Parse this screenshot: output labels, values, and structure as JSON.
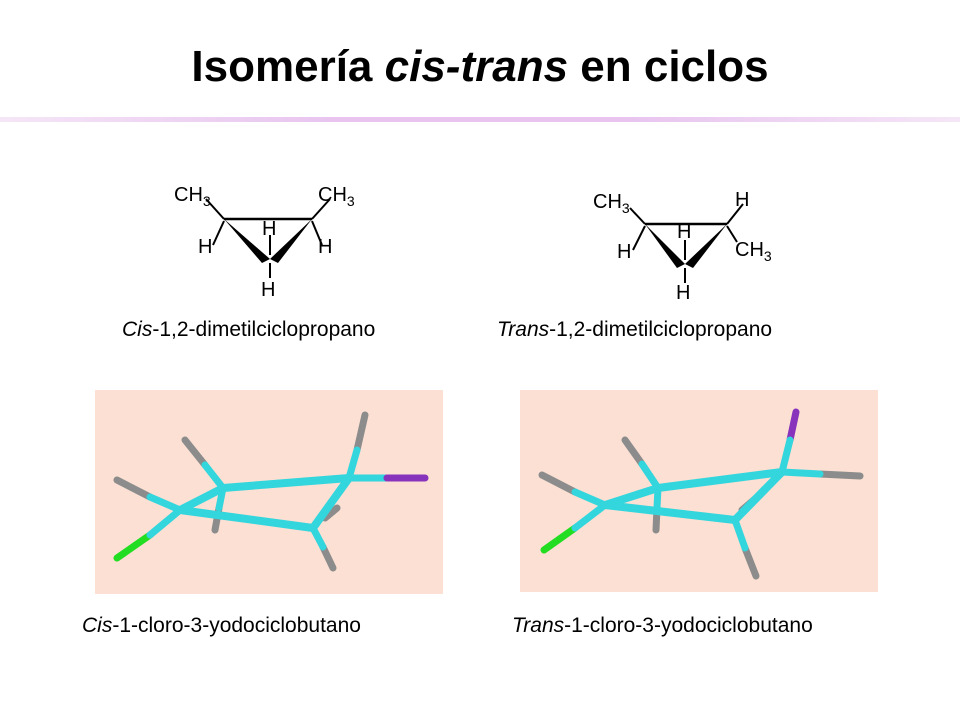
{
  "title": {
    "normal_1": "Isomería ",
    "italic": "cis-trans",
    "normal_2": " en ciclos"
  },
  "structures": {
    "cis_cyclopropane": {
      "top_left": "CH3",
      "top_right": "CH3",
      "mid_left": "H",
      "mid_center": "H",
      "mid_right": "H",
      "bottom": "H"
    },
    "trans_cyclopropane": {
      "top_left": "CH3",
      "top_right": "H",
      "mid_left": "H",
      "mid_center": "H",
      "mid_right": "CH3",
      "bottom": "H"
    }
  },
  "captions": {
    "cis_cyclopropane": {
      "prefix": "Cis",
      "rest": "-1,2-dimetilciclopropano"
    },
    "trans_cyclopropane": {
      "prefix": "Trans",
      "rest": "-1,2-dimetilciclopropano"
    },
    "cis_cyclobutane": {
      "prefix": "Cis",
      "rest": "-1-cloro-3-yodociclobutano"
    },
    "trans_cyclobutane": {
      "prefix": "Trans",
      "rest": "-1-cloro-3-yodociclobutano"
    }
  },
  "colors": {
    "carbon": "#33d6dd",
    "hydrogen": "#8c8c8c",
    "chlorine": "#22dd22",
    "iodine": "#8833bb",
    "panel_background": "#fbe0d3",
    "title_rule": "#e8c4ef"
  }
}
